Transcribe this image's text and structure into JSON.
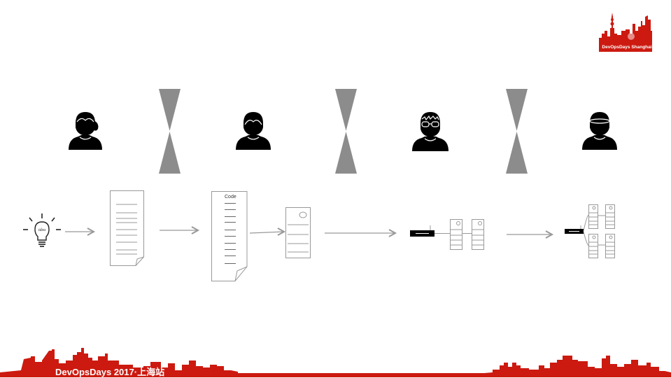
{
  "logo": {
    "text": "DevOpsDays Shanghai",
    "color": "#cc1a10"
  },
  "footer": {
    "text": "DevOpsDays 2017·上海站",
    "color": "#cc1a10"
  },
  "roles": [
    {
      "name": "product-person",
      "icon": "woman-icon"
    },
    {
      "name": "developer",
      "icon": "man-icon"
    },
    {
      "name": "tester",
      "icon": "man-glasses-icon"
    },
    {
      "name": "operator",
      "icon": "man-cap-icon"
    }
  ],
  "barriers": [
    {
      "name": "wall-1"
    },
    {
      "name": "wall-2"
    },
    {
      "name": "wall-3"
    }
  ],
  "pipeline": {
    "idea_label": "idea",
    "code_label": "Code",
    "stages": [
      "idea",
      "requirements-document",
      "code-document",
      "build-server",
      "test-environment",
      "production-cluster"
    ]
  },
  "colors": {
    "barrier": "#8c8c8c",
    "line": "#999999",
    "icon": "#000000"
  }
}
